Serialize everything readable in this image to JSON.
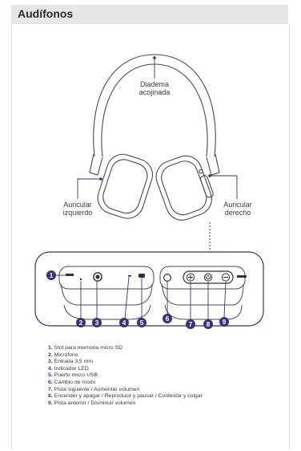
{
  "header": {
    "title": "Audífonos"
  },
  "colors": {
    "accent": "#3d2f7a",
    "header_bar": "#e6e6e6",
    "callout_line": "#3d2f7a",
    "outline": "#4a4a4a"
  },
  "labels": {
    "headband": [
      "Diadema",
      "acojinada"
    ],
    "left_earcup": [
      "Auricular",
      "izquierdo"
    ],
    "right_earcup": [
      "Auricular",
      "derecho"
    ]
  },
  "callouts": {
    "markers": [
      "1",
      "2",
      "3",
      "4",
      "5",
      "6",
      "7",
      "8",
      "9"
    ],
    "button_icons": [
      "plus-icon",
      "power-icon",
      "minus-icon",
      "mode-icon"
    ],
    "button_glyphs": {
      "plus": "+",
      "minus": "−"
    }
  },
  "legend": {
    "items": [
      {
        "num": "1.",
        "text": "Slot para memoria micro SD"
      },
      {
        "num": "2.",
        "text": "Micrófono"
      },
      {
        "num": "3.",
        "text": "Entrada 3,5 mm"
      },
      {
        "num": "4.",
        "text": "Indicador LED"
      },
      {
        "num": "5.",
        "text": "Puerto micro USB"
      },
      {
        "num": "6.",
        "text": "Cambio de modo"
      },
      {
        "num": "7.",
        "text": "Pista siguiente / Aumentar volumen"
      },
      {
        "num": "8.",
        "text": "Encender y apagar / Reproducir y pausar /  Contestar y colgar"
      },
      {
        "num": "9.",
        "text": "Pista anterior / Disminuir volumen"
      }
    ]
  }
}
